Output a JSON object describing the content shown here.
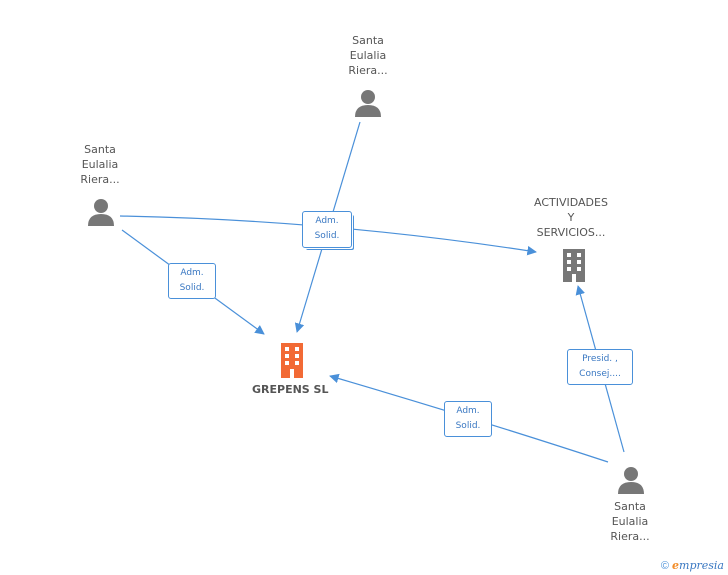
{
  "nodes": {
    "person_top": {
      "label_lines": [
        "Santa",
        "Eulalia",
        "Riera..."
      ]
    },
    "person_left": {
      "label_lines": [
        "Santa",
        "Eulalia",
        "Riera..."
      ]
    },
    "person_bottom": {
      "label_lines": [
        "Santa",
        "Eulalia",
        "Riera..."
      ]
    },
    "company_main": {
      "label": "GREPENS SL"
    },
    "company_right": {
      "label_lines": [
        "ACTIVIDADES",
        "Y",
        "SERVICIOS..."
      ]
    }
  },
  "edges": {
    "adm_solid_center": {
      "line1": "Adm.",
      "line2": "Solid."
    },
    "adm_solid_left": {
      "line1": "Adm.",
      "line2": "Solid."
    },
    "adm_solid_bottom": {
      "line1": "Adm.",
      "line2": "Solid."
    },
    "presid_consej": {
      "line1": "Presid. ,",
      "line2": "Consej...."
    }
  },
  "colors": {
    "edge": "#4a90d9",
    "person": "#777777",
    "main_company": "#f26a35",
    "other_company": "#777777"
  },
  "footer": {
    "copyright": "©",
    "brand_e": "e",
    "brand_rest": "mpresia"
  }
}
